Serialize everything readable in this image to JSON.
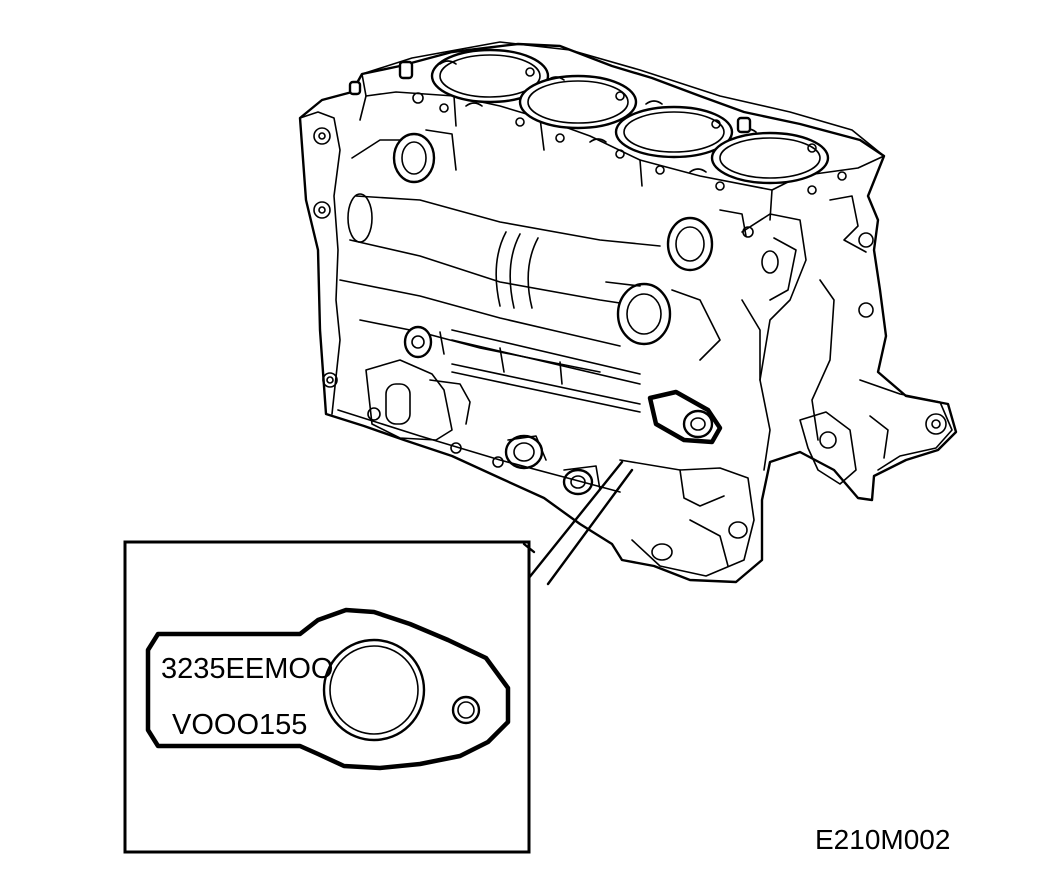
{
  "stamp": {
    "line_1": "3235EEMOO",
    "line_2": "VOOO155"
  },
  "figure_code": "E210M002"
}
